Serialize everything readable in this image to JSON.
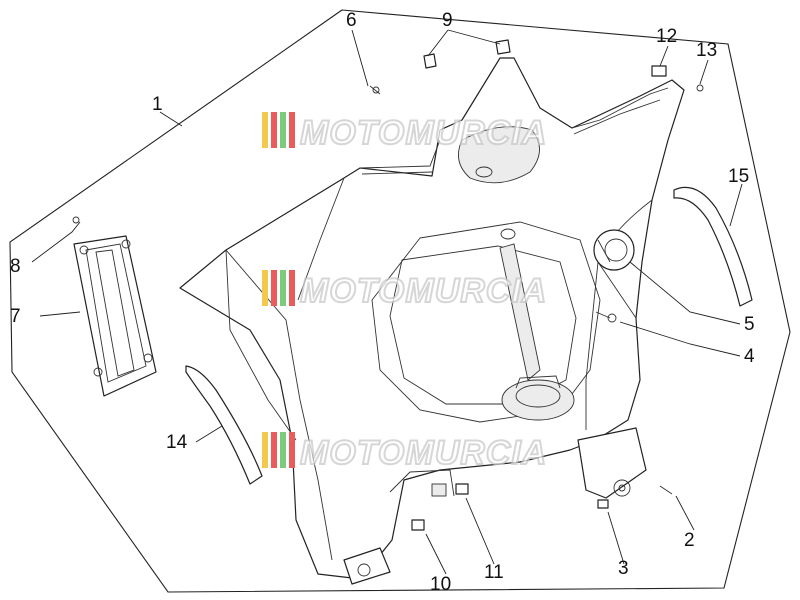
{
  "diagram": {
    "callouts": [
      {
        "id": "1",
        "label": "1"
      },
      {
        "id": "2",
        "label": "2"
      },
      {
        "id": "3",
        "label": "3"
      },
      {
        "id": "4",
        "label": "4"
      },
      {
        "id": "5",
        "label": "5"
      },
      {
        "id": "6",
        "label": "6"
      },
      {
        "id": "7",
        "label": "7"
      },
      {
        "id": "8",
        "label": "8"
      },
      {
        "id": "9",
        "label": "9"
      },
      {
        "id": "10",
        "label": "10"
      },
      {
        "id": "11",
        "label": "11"
      },
      {
        "id": "12",
        "label": "12"
      },
      {
        "id": "13",
        "label": "13"
      },
      {
        "id": "14",
        "label": "14"
      },
      {
        "id": "15",
        "label": "15"
      }
    ]
  },
  "watermark": {
    "text": "MOTOMURCIA",
    "stripe_colors": [
      "#f2c94c",
      "#e85c5c",
      "#7ecb7e",
      "#e85c5c"
    ]
  }
}
